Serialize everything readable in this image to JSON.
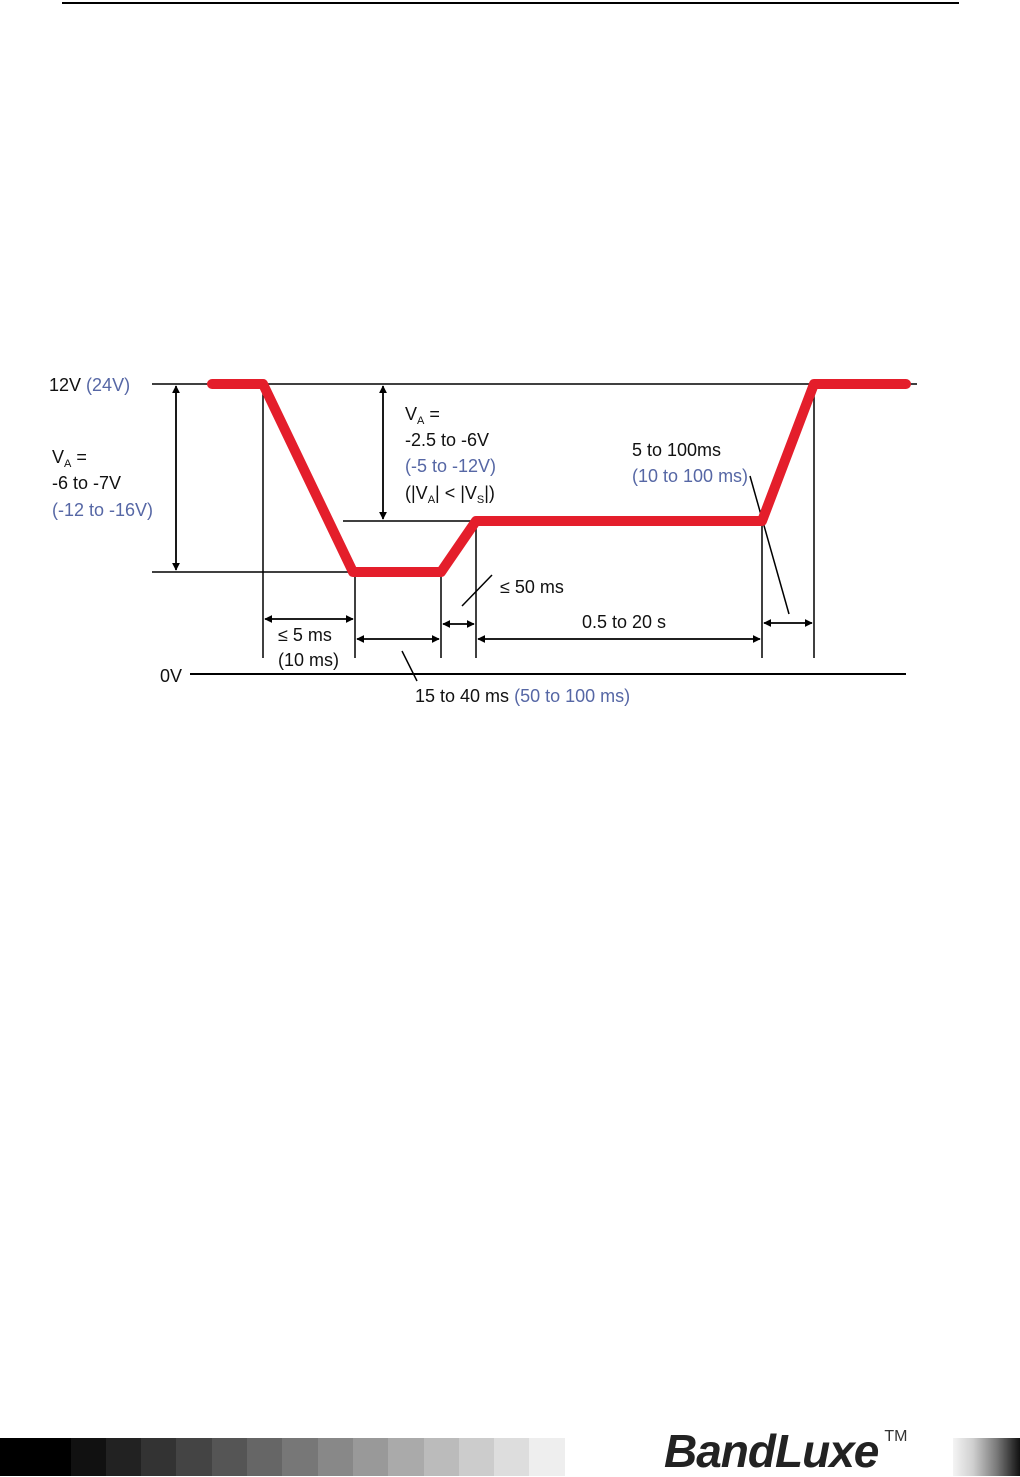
{
  "diagram": {
    "label_12v": "12V",
    "label_24v": "(24V)",
    "label_0v": "0V",
    "va_left": {
      "v": "V",
      "sub": "A",
      "eq": " =",
      "line2": "-6 to -7V",
      "line3": "(-12 to -16V)"
    },
    "va_mid": {
      "v": "V",
      "sub": "A",
      "eq": " =",
      "line2": "-2.5 to -6V",
      "line3": "(-5 to -12V)",
      "line4_a": "(|V",
      "line4_sub_a": "A",
      "line4_b": "| < |V",
      "line4_sub_s": "S",
      "line4_c": "|)"
    },
    "rise_time": {
      "line1": "5 to 100ms",
      "line2": "(10 to 100 ms)"
    },
    "fall_time": {
      "line1": "≤ 5 ms",
      "line2": "(10 ms)"
    },
    "step_time": "≤ 50 ms",
    "hold_time": "0.5 to 20 s",
    "low_time": {
      "black": "15 to 40 ms",
      "blue": "(50 to 100 ms)"
    }
  },
  "footer": {
    "brand": "BandLuxe",
    "tm": "TM"
  },
  "colors": {
    "waveform": "#e41e2b",
    "blue_text": "#5667a5"
  }
}
